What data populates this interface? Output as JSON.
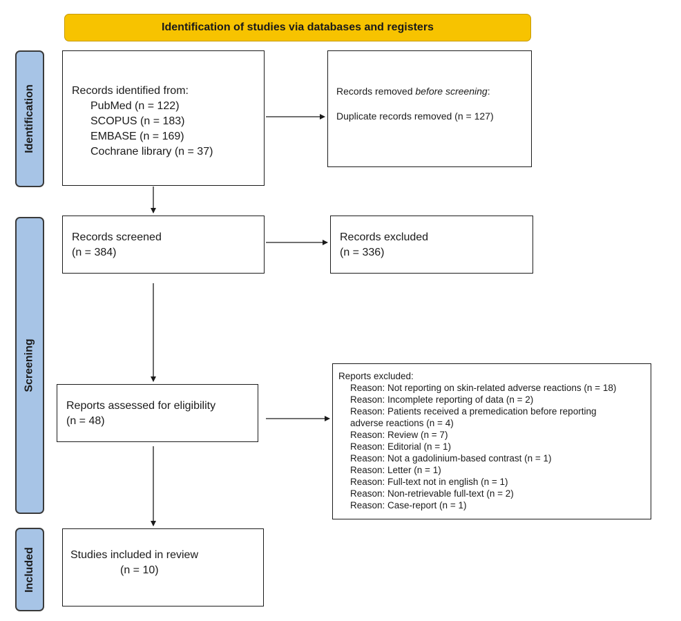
{
  "header": {
    "title": "Identification of studies via databases and registers"
  },
  "phases": {
    "identification": "Identification",
    "screening": "Screening",
    "included": "Included"
  },
  "identified": {
    "heading": "Records identified from:",
    "sources": [
      "PubMed (n = 122)",
      "SCOPUS (n = 183)",
      "EMBASE (n = 169)",
      "Cochrane library (n = 37)"
    ]
  },
  "removed": {
    "heading_prefix": "Records removed ",
    "heading_emph": "before screening",
    "heading_suffix": ":",
    "duplicates": "Duplicate records removed  (n = 127)"
  },
  "screened": {
    "label": "Records screened",
    "count": "(n = 384)"
  },
  "excluded": {
    "label": "Records excluded",
    "count": "(n = 336)"
  },
  "eligibility": {
    "label": "Reports assessed for eligibility",
    "count": "(n = 48)"
  },
  "reports_excluded": {
    "heading": "Reports excluded:",
    "reasons": [
      "Reason: Not reporting on skin-related adverse reactions (n = 18)",
      "Reason: Incomplete reporting of data (n = 2)",
      "Reason: Patients received a premedication before reporting",
      "adverse reactions  (n = 4)",
      "Reason: Review (n = 7)",
      "Reason: Editorial (n = 1)",
      "Reason: Not a gadolinium-based contrast (n = 1)",
      "Reason: Letter (n = 1)",
      "Reason: Full-text not in english  (n = 1)",
      "Reason: Non-retrievable full-text (n = 2)",
      "Reason: Case-report (n = 1)"
    ]
  },
  "included": {
    "label": "Studies included in review",
    "count": "(n = 10)"
  },
  "colors": {
    "header_fill": "#f7c300",
    "phase_tab_fill": "#a7c4e6"
  }
}
